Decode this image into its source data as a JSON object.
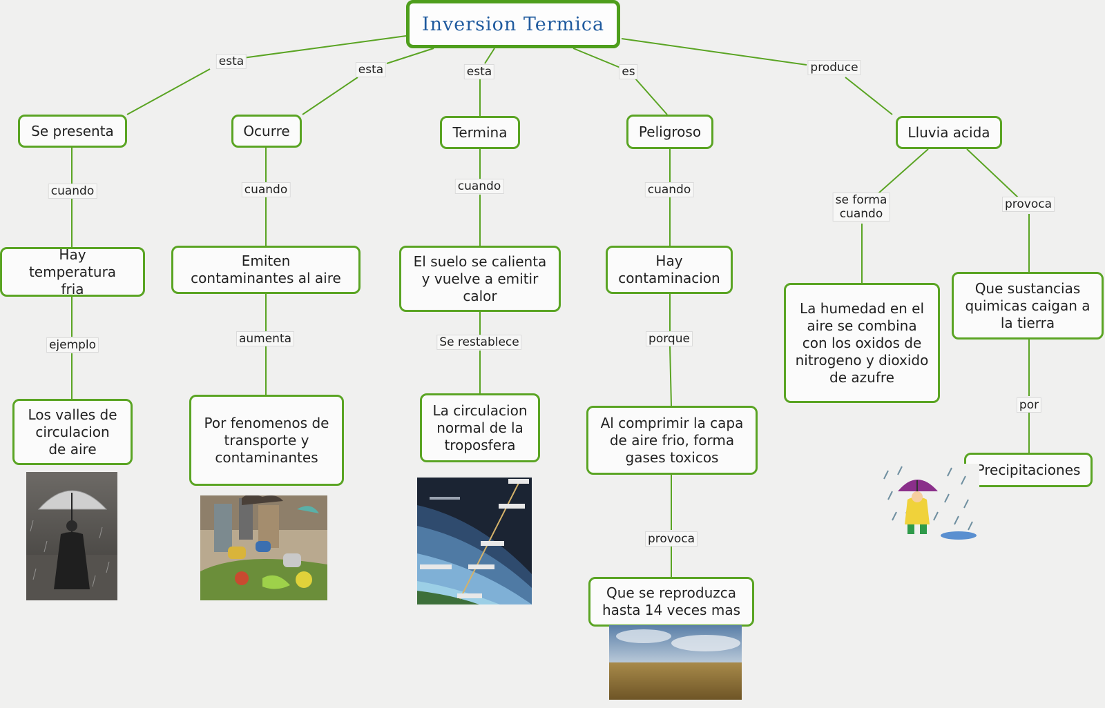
{
  "title": "Inversion Termica",
  "colors": {
    "border": "#5aa423",
    "title": "#1f5a9e",
    "line": "#5aa423"
  },
  "nodes": {
    "se_presenta": "Se presenta",
    "ocurre": "Ocurre",
    "termina": "Termina",
    "peligroso": "Peligroso",
    "lluvia_acida": "Lluvia acida",
    "hay_temperatura_fria": "Hay temperatura fria",
    "emiten_contaminantes": "Emiten contaminantes al aire",
    "suelo_calienta": "El suelo se calienta y vuelve a emitir calor",
    "hay_contaminacion": "Hay contaminacion",
    "humedad_aire": "La humedad en el aire se combina con los oxidos de nitrogeno y dioxido de azufre",
    "sustancias_quimicas": "Que sustancias quimicas caigan a la tierra",
    "valles": "Los valles de circulacion de aire",
    "fenomenos": "Por fenomenos de transporte y contaminantes",
    "circulacion_normal": "La circulacion normal de la troposfera",
    "comprimir": "Al comprimir la capa de aire frio, forma gases toxicos",
    "precipitaciones": "Precipitaciones",
    "reproduzca": "Que se reproduzca hasta 14 veces mas"
  },
  "links": {
    "esta_1": "esta",
    "esta_2": "esta",
    "esta_3": "esta",
    "es": "es",
    "produce": "produce",
    "cuando_1": "cuando",
    "cuando_2": "cuando",
    "cuando_3": "cuando",
    "cuando_4": "cuando",
    "se_forma_cuando": "se forma\ncuando",
    "provoca_1": "provoca",
    "ejemplo": "ejemplo",
    "aumenta": "aumenta",
    "se_restablece": "Se restablece",
    "porque": "porque",
    "por": "por",
    "provoca_2": "provoca"
  },
  "images": {
    "umbrella_rain": "umbrella-rain-photo",
    "pollution": "pollution-illustration",
    "atmosphere": "atmosphere-layers-diagram",
    "rain_cartoon": "rain-child-cartoon",
    "grassland": "grassland-sky-photo"
  }
}
